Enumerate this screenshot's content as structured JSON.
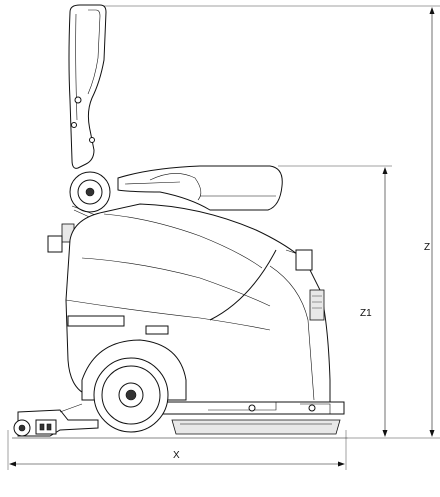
{
  "dimensions": {
    "x_label": "X",
    "z_label": "Z",
    "z1_label": "Z1"
  }
}
